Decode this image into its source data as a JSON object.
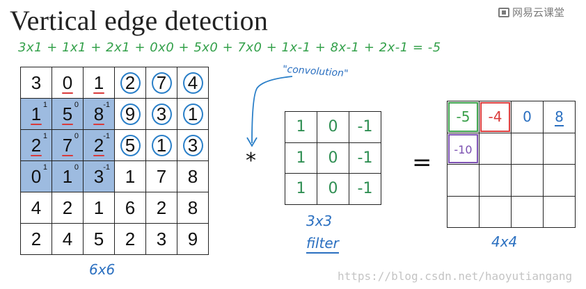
{
  "title": "Vertical edge detection",
  "brand": {
    "name": "网易云课堂",
    "icon": "logo-icon"
  },
  "calculation": "3x1 + 1x1 + 2x1 + 0x0 + 5x0 + 7x0 + 1x-1 + 8x-1 + 2x-1 = -5",
  "input_matrix": {
    "label": "6x6",
    "rows": [
      [
        "3",
        "0",
        "1",
        "2",
        "7",
        "4"
      ],
      [
        "1",
        "5",
        "8",
        "9",
        "3",
        "1"
      ],
      [
        "2",
        "7",
        "2",
        "5",
        "1",
        "3"
      ],
      [
        "0",
        "1",
        "3",
        "1",
        "7",
        "8"
      ],
      [
        "4",
        "2",
        "1",
        "6",
        "2",
        "8"
      ],
      [
        "2",
        "4",
        "5",
        "2",
        "3",
        "9"
      ]
    ],
    "shaded_superscripts": [
      [
        "1",
        "0",
        "-1"
      ],
      [
        "1",
        "0",
        "-1"
      ],
      [
        "1",
        "0",
        "-1"
      ]
    ],
    "highlight_colors": {
      "shade": "#9dbbe0",
      "underline": "#d93a3a",
      "circle": "#2a7fc8"
    }
  },
  "operator_convolve": "*",
  "convolution_note": "\"convolution\"",
  "filter": {
    "label_top": "3x3",
    "label_bottom": "filter",
    "rows": [
      [
        "1",
        "0",
        "-1"
      ],
      [
        "1",
        "0",
        "-1"
      ],
      [
        "1",
        "0",
        "-1"
      ]
    ]
  },
  "equals": "=",
  "output_matrix": {
    "label": "4x4",
    "rows": [
      [
        "-5",
        "-4",
        "0",
        "8"
      ],
      [
        "-10",
        "",
        "",
        ""
      ],
      [
        "",
        "",
        "",
        ""
      ],
      [
        "",
        "",
        "",
        ""
      ]
    ],
    "highlight_colors": {
      "green": "#3aa04a",
      "red": "#d93a3a",
      "purple": "#7a4fb0"
    }
  },
  "watermark": "https://blog.csdn.net/haoyutiangang"
}
